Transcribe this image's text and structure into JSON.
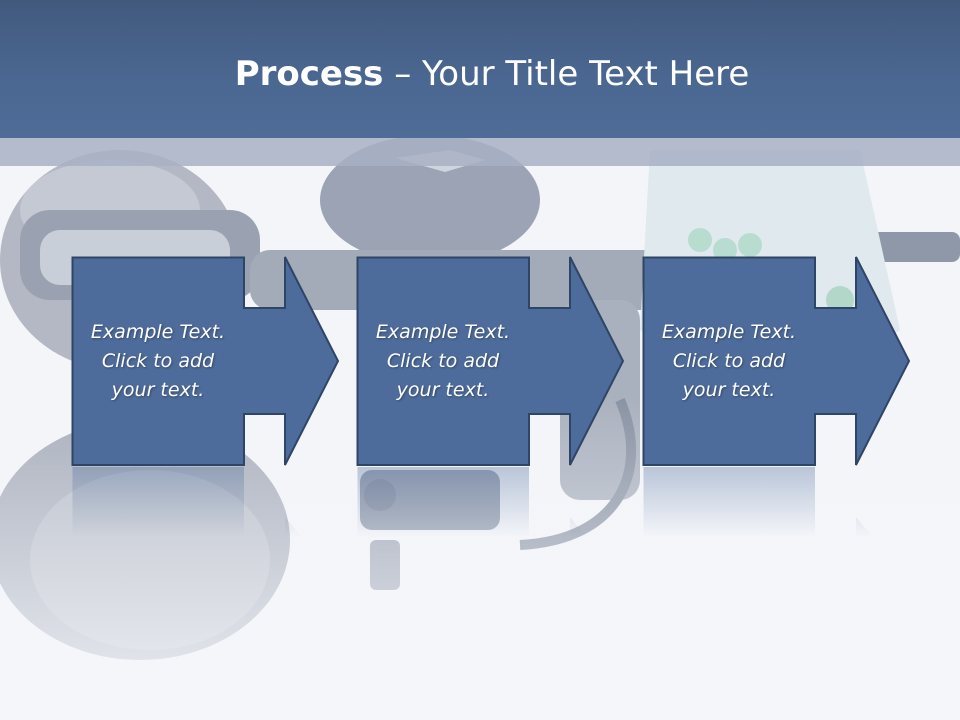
{
  "slide": {
    "title_bold": "Process",
    "title_rest": " – Your Title Text Here"
  },
  "colors": {
    "header": "#4a6791",
    "strip": "#a8b0c4",
    "step_fill": "#4e6c9b",
    "step_stroke": "#2f4566",
    "text": "#ffffff"
  },
  "steps": [
    {
      "text": "Example Text.\nClick  to add\nyour text."
    },
    {
      "text": "Example Text.\nClick  to add\nyour text."
    },
    {
      "text": "Example Text.\nClick  to add\nyour text."
    }
  ],
  "icons": {
    "background": "paintball-marker-photo"
  }
}
